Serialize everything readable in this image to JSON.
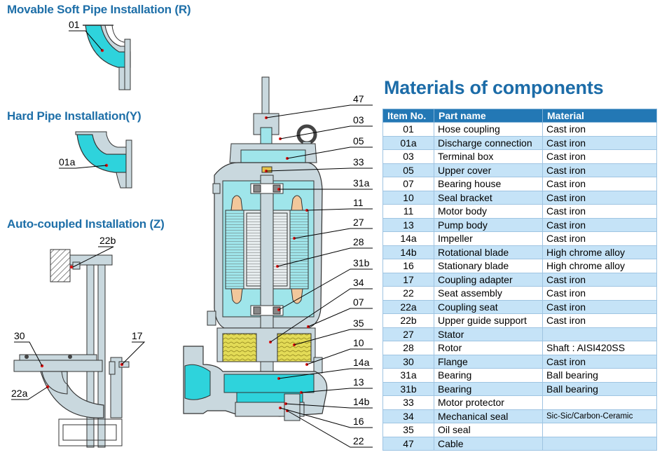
{
  "titles": {
    "movable": "Movable Soft Pipe Installation (R)",
    "hard": "Hard Pipe  Installation(Y)",
    "auto": "Auto-coupled Installation (Z)",
    "materials": "Materials of components"
  },
  "callouts": {
    "c01": "01",
    "c01a": "01a",
    "c22b": "22b",
    "c30": "30",
    "c17": "17",
    "c22a": "22a",
    "c47": "47",
    "c03": "03",
    "c05": "05",
    "c33": "33",
    "c31a": "31a",
    "c11": "11",
    "c27": "27",
    "c28": "28",
    "c31b": "31b",
    "c34": "34",
    "c07": "07",
    "c35": "35",
    "c10": "10",
    "c14a": "14a",
    "c13": "13",
    "c14b": "14b",
    "c16": "16",
    "c22": "22"
  },
  "table": {
    "headers": [
      "Item No.",
      "Part name",
      "Material"
    ],
    "rows": [
      {
        "no": "01",
        "part": "Hose coupling",
        "mat": "Cast iron"
      },
      {
        "no": "01a",
        "part": "Discharge connection",
        "mat": "Cast iron"
      },
      {
        "no": "03",
        "part": "Terminal box",
        "mat": "Cast iron"
      },
      {
        "no": "05",
        "part": "Upper cover",
        "mat": "Cast iron"
      },
      {
        "no": "07",
        "part": "Bearing house",
        "mat": "Cast iron"
      },
      {
        "no": "10",
        "part": "Seal bracket",
        "mat": "Cast iron"
      },
      {
        "no": "11",
        "part": "Motor body",
        "mat": "Cast iron"
      },
      {
        "no": "13",
        "part": "Pump body",
        "mat": "Cast iron"
      },
      {
        "no": "14a",
        "part": "Impeller",
        "mat": "Cast iron"
      },
      {
        "no": "14b",
        "part": "Rotational blade",
        "mat": "High chrome alloy"
      },
      {
        "no": "16",
        "part": "Stationary blade",
        "mat": "High chrome alloy"
      },
      {
        "no": "17",
        "part": "Coupling adapter",
        "mat": "Cast iron"
      },
      {
        "no": "22",
        "part": "Seat assembly",
        "mat": "Cast iron"
      },
      {
        "no": "22a",
        "part": "Coupling seat",
        "mat": "Cast iron"
      },
      {
        "no": "22b",
        "part": "Upper guide support",
        "mat": "Cast iron"
      },
      {
        "no": "27",
        "part": "Stator",
        "mat": ""
      },
      {
        "no": "28",
        "part": "Rotor",
        "mat": "Shaft : AISI420SS"
      },
      {
        "no": "30",
        "part": "Flange",
        "mat": "Cast iron"
      },
      {
        "no": "31a",
        "part": "Bearing",
        "mat": "Ball bearing"
      },
      {
        "no": "31b",
        "part": "Bearing",
        "mat": "Ball bearing"
      },
      {
        "no": "33",
        "part": "Motor protector",
        "mat": ""
      },
      {
        "no": "34",
        "part": "Mechanical seal",
        "mat": "Sic-Sic/Carbon-Ceramic"
      },
      {
        "no": "35",
        "part": "Oil seal",
        "mat": ""
      },
      {
        "no": "47",
        "part": "Cable",
        "mat": ""
      }
    ]
  }
}
